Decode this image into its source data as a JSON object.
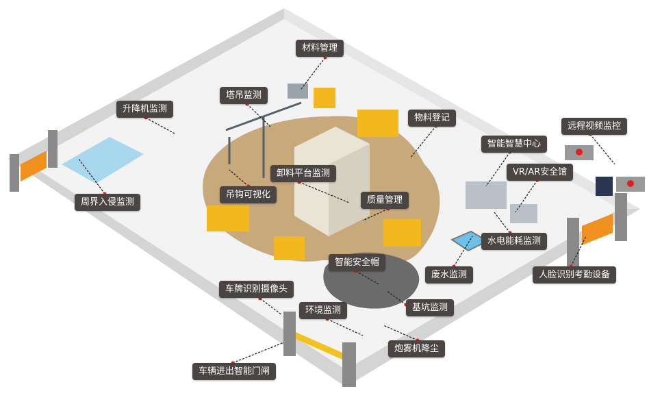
{
  "colors": {
    "label_bg": "#4a4542",
    "dot": "#e02020",
    "dirt": "#c7a97c",
    "floor": "#f2f2f2",
    "wall": "#d9d9d9",
    "gate": "#f0901e"
  },
  "labels": [
    "材料管理",
    "塔吊监测",
    "升降机监测",
    "物料登记",
    "智能智慧中心",
    "远程视频监控",
    "VR/AR安全馆",
    "卸料平台监测",
    "吊钩可视化",
    "周界入侵监测",
    "质量管理",
    "水电能耗监测",
    "智能安全帽",
    "废水监测",
    "人脸识别考勤设备",
    "车牌识别摄像头",
    "环境监测",
    "基坑监测",
    "炮雾机降尘",
    "车辆进出智能门闸"
  ]
}
